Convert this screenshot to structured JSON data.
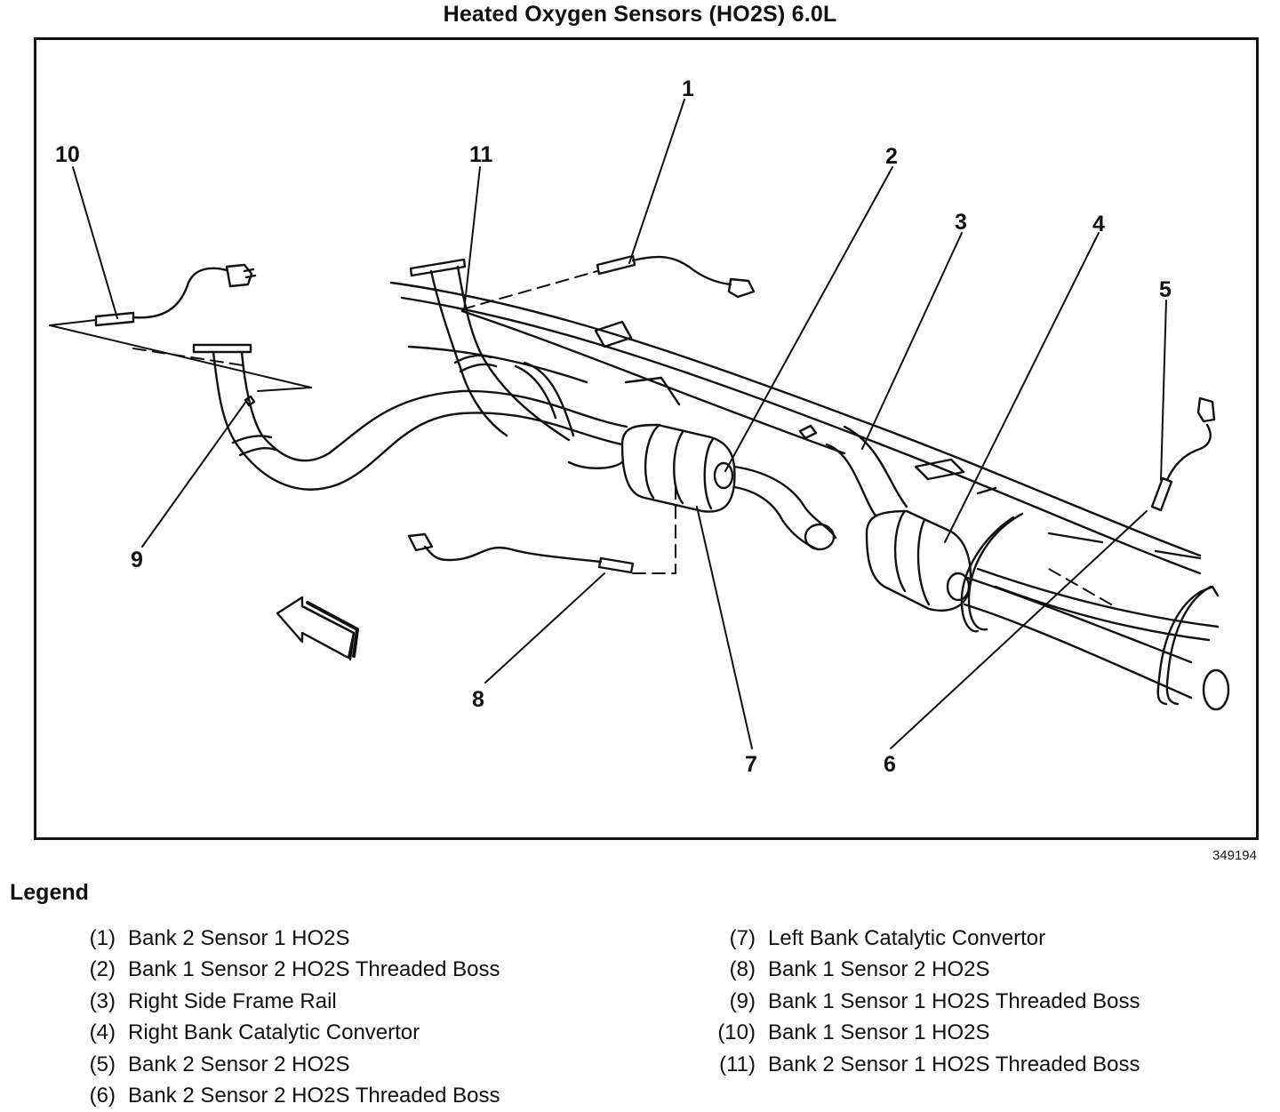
{
  "title": "Heated Oxygen Sensors (HO2S) 6.0L",
  "figure_number": "349194",
  "callouts": [
    {
      "id": "1",
      "label": "1"
    },
    {
      "id": "2",
      "label": "2"
    },
    {
      "id": "3",
      "label": "3"
    },
    {
      "id": "4",
      "label": "4"
    },
    {
      "id": "5",
      "label": "5"
    },
    {
      "id": "6",
      "label": "6"
    },
    {
      "id": "7",
      "label": "7"
    },
    {
      "id": "8",
      "label": "8"
    },
    {
      "id": "9",
      "label": "9"
    },
    {
      "id": "10",
      "label": "10"
    },
    {
      "id": "11",
      "label": "11"
    }
  ],
  "legend": {
    "title": "Legend",
    "left": [
      {
        "num": "(1)",
        "text": "Bank 2 Sensor 1 HO2S"
      },
      {
        "num": "(2)",
        "text": "Bank 1 Sensor 2 HO2S Threaded Boss"
      },
      {
        "num": "(3)",
        "text": "Right Side Frame Rail"
      },
      {
        "num": "(4)",
        "text": "Right Bank Catalytic Convertor"
      },
      {
        "num": "(5)",
        "text": "Bank 2 Sensor 2 HO2S"
      },
      {
        "num": "(6)",
        "text": "Bank 2 Sensor 2 HO2S Threaded Boss"
      }
    ],
    "right": [
      {
        "num": "(7)",
        "text": "Left Bank Catalytic Convertor"
      },
      {
        "num": "(8)",
        "text": "Bank 1 Sensor 2 HO2S"
      },
      {
        "num": "(9)",
        "text": "Bank 1 Sensor 1 HO2S Threaded Boss"
      },
      {
        "num": "(10)",
        "text": "Bank 1 Sensor 1 HO2S"
      },
      {
        "num": "(11)",
        "text": "Bank 2 Sensor 1 HO2S Threaded Boss"
      }
    ]
  }
}
